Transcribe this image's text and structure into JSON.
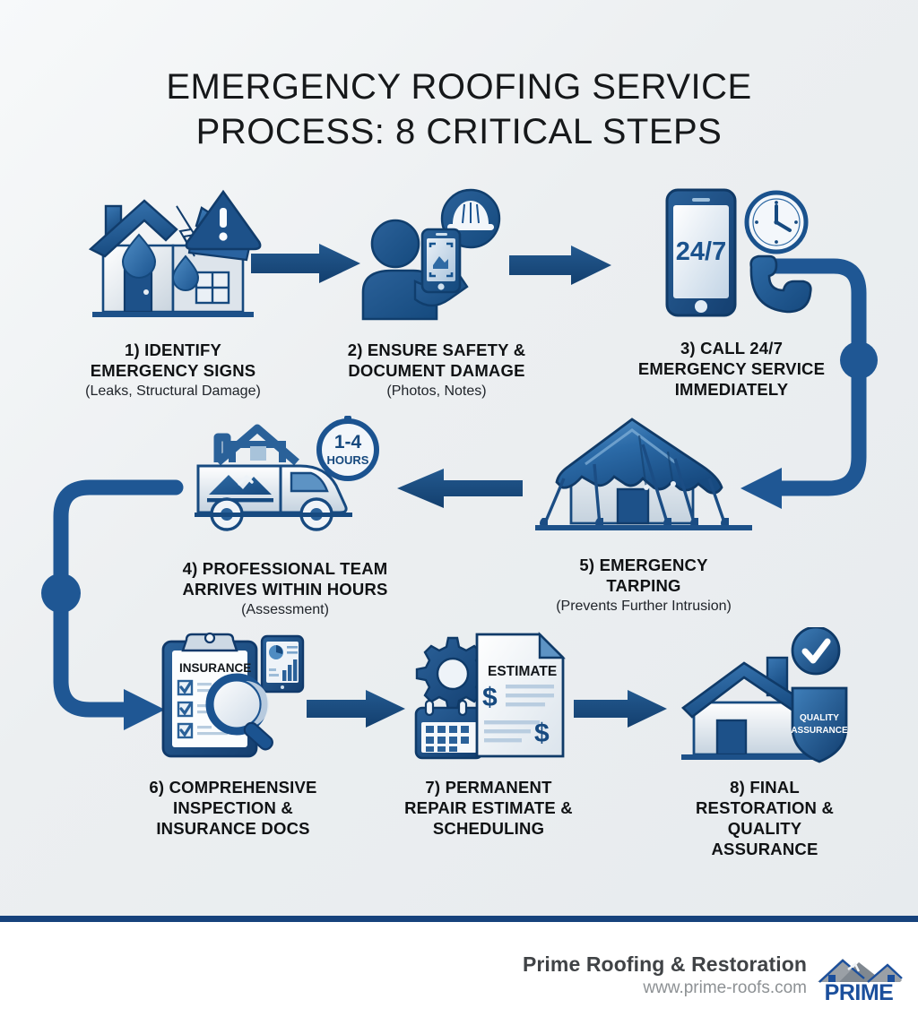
{
  "title": {
    "line1": "EMERGENCY ROOFING SERVICE",
    "line2": "PROCESS: 8 CRITICAL STEPS"
  },
  "colors": {
    "navy_dark": "#16427c",
    "navy": "#1b5390",
    "blue_mid": "#2d6aa8",
    "blue_light": "#7fa8cf",
    "panel_light": "#eef1f4",
    "background": "#eceff1",
    "text_dark": "#101214",
    "footer_name": "#404346",
    "footer_url": "#8d9194",
    "logo_blue": "#1b4f9c"
  },
  "steps": [
    {
      "number": "1",
      "title_line1": "1) IDENTIFY",
      "title_line2": "EMERGENCY SIGNS",
      "subtitle": "(Leaks, Structural Damage)",
      "icon": "damaged-house-with-leaks-and-warning-icon"
    },
    {
      "number": "2",
      "title_line1": "2) ENSURE SAFETY &",
      "title_line2": "DOCUMENT DAMAGE",
      "subtitle": "(Photos, Notes)",
      "icon": "person-photographing-with-hardhat-icon"
    },
    {
      "number": "3",
      "title_line1": "3) CALL 24/7",
      "title_line2": "EMERGENCY SERVICE",
      "title_line3": "IMMEDIATELY",
      "subtitle": "",
      "icon": "phone-clock-24-7-icon",
      "badge_text": "24/7"
    },
    {
      "number": "4",
      "title_line1": "4) PROFESSIONAL TEAM",
      "title_line2": "ARRIVES WITHIN HOURS",
      "subtitle": "(Assessment)",
      "icon": "service-van-with-timer-icon",
      "badge_line1": "1-4",
      "badge_line2": "HOURS"
    },
    {
      "number": "5",
      "title_line1": "5) EMERGENCY",
      "title_line2": "TARPING",
      "subtitle": "(Prevents Further Intrusion)",
      "icon": "house-with-blue-tarp-icon"
    },
    {
      "number": "6",
      "title_line1": "6) COMPREHENSIVE",
      "title_line2": "INSPECTION &",
      "title_line3": "INSURANCE DOCS",
      "subtitle": "",
      "icon": "insurance-clipboard-magnifier-icon",
      "clipboard_label": "INSURANCE"
    },
    {
      "number": "7",
      "title_line1": "7) PERMANENT",
      "title_line2": "REPAIR ESTIMATE &",
      "title_line3": "SCHEDULING",
      "subtitle": "",
      "icon": "estimate-document-gear-calendar-icon",
      "document_label": "ESTIMATE",
      "currency_symbol": "$"
    },
    {
      "number": "8",
      "title_line1": "8) FINAL",
      "title_line2": "RESTORATION &",
      "title_line3": "QUALITY",
      "title_line4": "ASSURANCE",
      "subtitle": "",
      "icon": "restored-house-quality-shield-icon",
      "shield_line1": "QUALITY",
      "shield_line2": "ASSURANCE"
    }
  ],
  "connectors": [
    {
      "name": "arrow-step1-to-step2",
      "direction": "right"
    },
    {
      "name": "arrow-step2-to-step3",
      "direction": "right"
    },
    {
      "name": "connector-step3-to-step5",
      "direction": "right-down-left"
    },
    {
      "name": "arrow-step5-to-step4",
      "direction": "left"
    },
    {
      "name": "connector-step4-to-step6",
      "direction": "left-down-right"
    },
    {
      "name": "arrow-step6-to-step7",
      "direction": "right"
    },
    {
      "name": "arrow-step7-to-step8",
      "direction": "right"
    }
  ],
  "footer": {
    "company": "Prime Roofing & Restoration",
    "website": "www.prime-roofs.com",
    "logo_word": "PRIME"
  }
}
